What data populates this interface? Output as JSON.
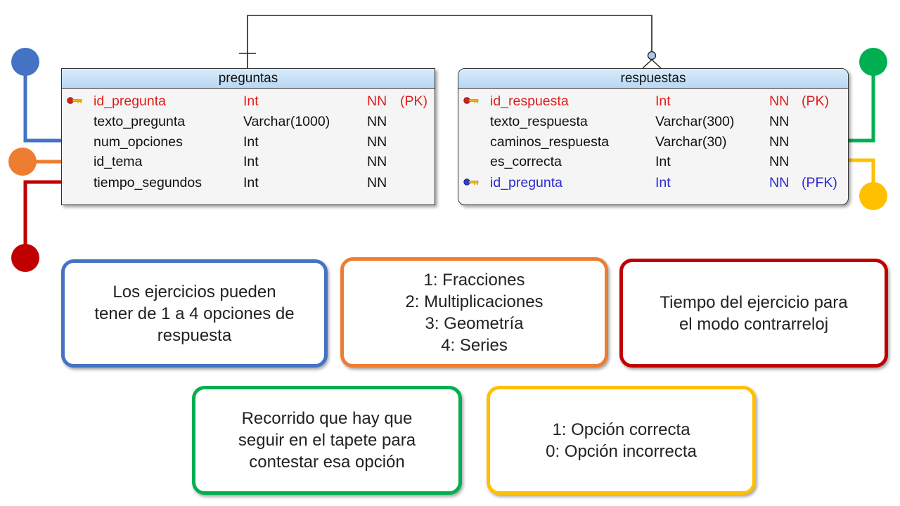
{
  "colors": {
    "blue": "#4472c4",
    "orange": "#ed7d31",
    "red": "#c00000",
    "green": "#00b050",
    "yellow": "#ffc000"
  },
  "tables": {
    "preguntas": {
      "name": "preguntas",
      "rows": [
        {
          "field": "id_pregunta",
          "type": "Int",
          "null": "NN",
          "key": "(PK)"
        },
        {
          "field": "texto_pregunta",
          "type": "Varchar(1000)",
          "null": "NN",
          "key": ""
        },
        {
          "field": "num_opciones",
          "type": "Int",
          "null": "NN",
          "key": ""
        },
        {
          "field": "id_tema",
          "type": "Int",
          "null": "NN",
          "key": ""
        },
        {
          "field": "tiempo_segundos",
          "type": "Int",
          "null": "NN",
          "key": ""
        }
      ]
    },
    "respuestas": {
      "name": "respuestas",
      "rows": [
        {
          "field": "id_respuesta",
          "type": "Int",
          "null": "NN",
          "key": "(PK)"
        },
        {
          "field": "texto_respuesta",
          "type": "Varchar(300)",
          "null": "NN",
          "key": ""
        },
        {
          "field": "caminos_respuesta",
          "type": "Varchar(30)",
          "null": "NN",
          "key": ""
        },
        {
          "field": "es_correcta",
          "type": "Int",
          "null": "NN",
          "key": ""
        },
        {
          "field": "id_pregunta",
          "type": "Int",
          "null": "NN",
          "key": "(PFK)"
        }
      ]
    }
  },
  "notes": {
    "num_opciones": "Los ejercicios pueden\ntener de 1 a 4 opciones de\nrespuesta",
    "id_tema": "1: Fracciones\n2: Multiplicaciones\n3: Geometría\n4: Series",
    "tiempo_segundos": "Tiempo del ejercicio para\nel modo contrarreloj",
    "caminos_respuesta": "Recorrido que hay que\nseguir en el tapete para\ncontestar esa opción",
    "es_correcta": "1: Opción correcta\n0: Opción incorrecta"
  }
}
